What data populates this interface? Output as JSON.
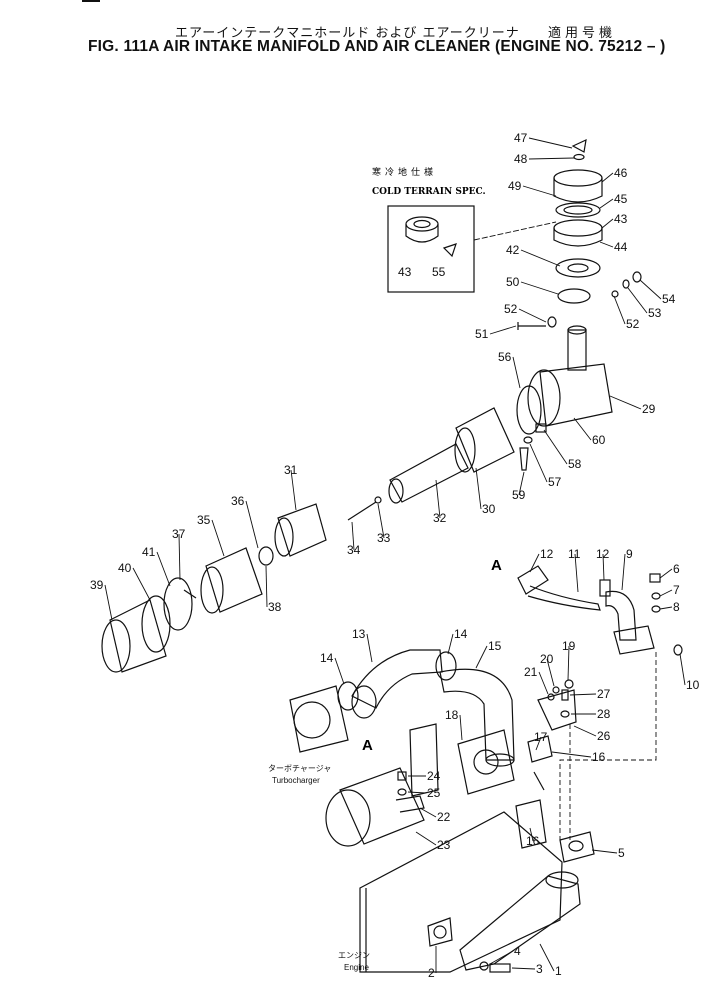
{
  "header": {
    "jp_title": "エアーインテークマニホールド および エアークリーナ",
    "jp_applicability": "適用号機",
    "fig_title": "FIG. 111A  AIR INTAKE MANIFOLD AND AIR CLEANER (ENGINE NO. 75212 – )"
  },
  "inset": {
    "jp_label": "寒冷地仕様",
    "en_label": "COLD TERRAIN SPEC.",
    "parts": [
      "43",
      "55"
    ]
  },
  "view_marks": [
    "A",
    "A"
  ],
  "component_labels": {
    "turbocharger_jp": "ターボチャージャ",
    "turbocharger_en": "Turbocharger",
    "engine_jp": "エンジン",
    "engine_en": "Engine"
  },
  "part_numbers": [
    "1",
    "2",
    "3",
    "4",
    "5",
    "6",
    "7",
    "8",
    "9",
    "10",
    "11",
    "12",
    "12",
    "13",
    "14",
    "14",
    "15",
    "16",
    "16",
    "17",
    "18",
    "19",
    "20",
    "21",
    "22",
    "23",
    "24",
    "25",
    "26",
    "27",
    "28",
    "29",
    "30",
    "31",
    "32",
    "33",
    "34",
    "35",
    "36",
    "37",
    "38",
    "39",
    "40",
    "41",
    "42",
    "43",
    "44",
    "45",
    "46",
    "47",
    "48",
    "49",
    "50",
    "51",
    "52",
    "52",
    "53",
    "54",
    "56",
    "57",
    "58",
    "59",
    "60"
  ]
}
